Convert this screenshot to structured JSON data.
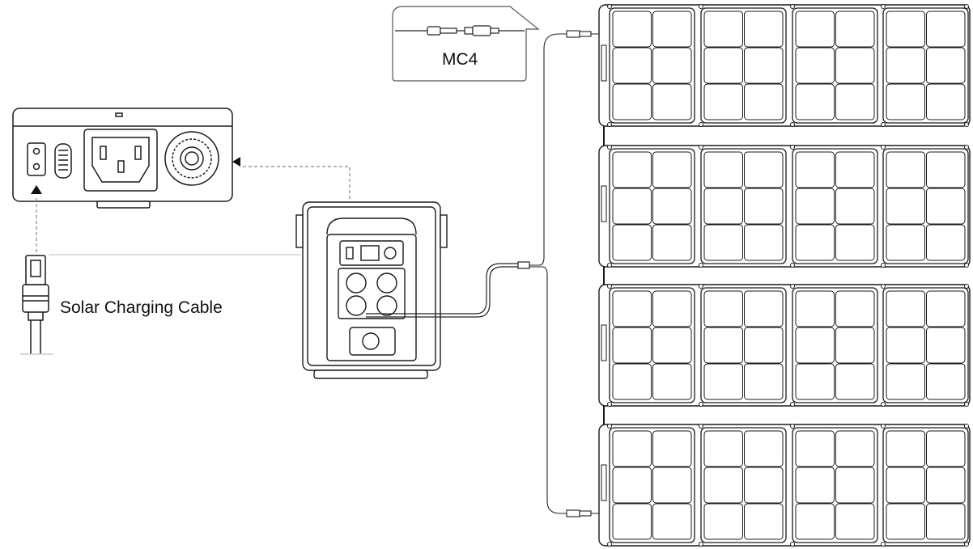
{
  "labels": {
    "connector": "MC4",
    "cable": "Solar Charging Cable"
  },
  "solar_array": {
    "panel_count": 4,
    "cells_per_module": "2x3",
    "modules_per_panel": 4
  },
  "colors": {
    "line": "#1a1a1a",
    "panel_fill": "#ffffff",
    "dashed_leader": "#888888",
    "callout_border": "#555555"
  },
  "icons": [
    "solar-panel-icon",
    "power-station-icon",
    "mc4-connector-icon",
    "ac-outlet-icon",
    "arrow-icon"
  ]
}
